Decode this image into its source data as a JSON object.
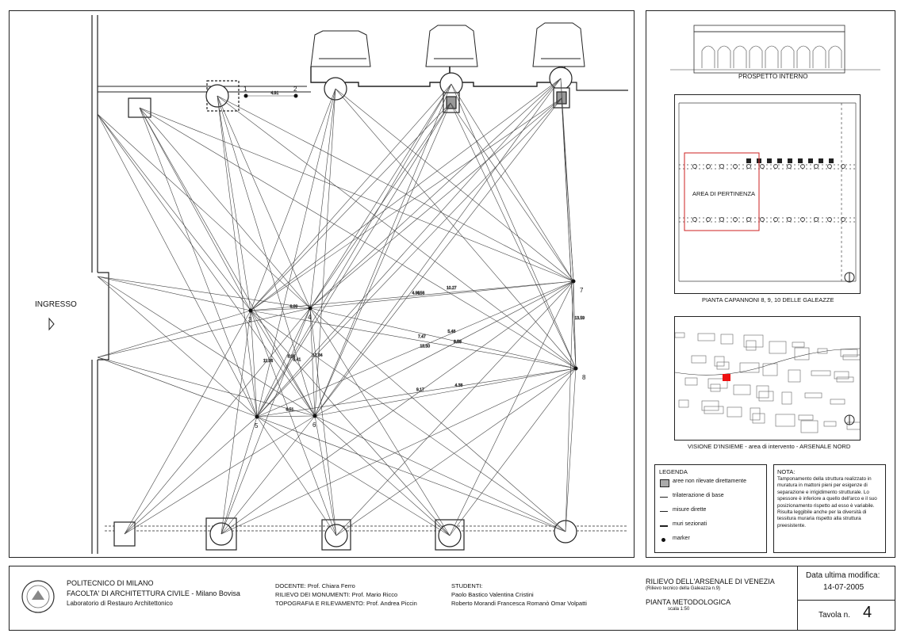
{
  "plan": {
    "ingresso": "INGRESSO",
    "point_labels": [
      "1",
      "2",
      "3",
      "4",
      "5",
      "6",
      "7",
      "8"
    ],
    "distances": [
      "4.96",
      "5.48",
      "6.09",
      "6.51",
      "7.47",
      "8.53",
      "9.17",
      "10.27",
      "11.06",
      "12.84",
      "13.50",
      "4.38",
      "4.91",
      "8.06",
      "9.41",
      "13.59",
      "4.56",
      "6.09"
    ]
  },
  "sheets": {
    "prospetto_caption": "PROSPETTO INTERNO",
    "capannoni_caption": "PIANTA CAPANNONI 8, 9, 10 DELLE GALEAZZE",
    "area_label": "AREA DI PERTINENZA",
    "visione_caption": "VISIONE D'INSIEME - area di intervento - ARSENALE NORD",
    "north": "N"
  },
  "legend": {
    "title": "LEGENDA",
    "items": [
      {
        "label": "aree non rilevate direttamente",
        "type": "box"
      },
      {
        "label": "trilaterazione di base",
        "type": "line"
      },
      {
        "label": "misure dirette",
        "type": "thin"
      },
      {
        "label": "muri sezionati",
        "type": "thick"
      },
      {
        "label": "marker",
        "type": "dot"
      }
    ]
  },
  "note": {
    "title": "NOTA:",
    "text": "Tamponamento della struttura realizzato in muratura in mattoni pieni per esigenze di separazione e irrigidimento strutturale. Lo spessore è inferiore a quello dell'arco e il suo posizionamento rispetto ad esso è variabile. Risulta leggibile anche per la diversità di tessitura muraria rispetto alla struttura preesistente."
  },
  "titleblock": {
    "uni1": "POLITECNICO DI MILANO",
    "uni2": "FACOLTA' DI ARCHITETTURA CIVILE - Milano Bovisa",
    "uni3": "Laboratorio di Restauro Architettonico",
    "docente": "DOCENTE: Prof. Chiara Ferro",
    "rilievo": "RILIEVO DEI MONUMENTI: Prof. Mario Ricco",
    "topografia": "TOPOGRAFIA E RILEVAMENTO: Prof. Andrea Piccin",
    "studenti_label": "STUDENTI:",
    "studenti1": "Paolo Bastico   Valentina Cristini",
    "studenti2": "Roberto Morandi   Francesca Romanò  Omar Volpatti",
    "project": "RILIEVO DELL'ARSENALE DI VENEZIA",
    "project_sub": "(Rilievo tecnico della Galeazza n.9)",
    "drawing": "PIANTA METODOLOGICA",
    "scale": "scala 1:50",
    "date_label": "Data ultima modifica:",
    "date": "14-07-2005",
    "tavola_label": "Tavola n.",
    "tavola": "4"
  }
}
